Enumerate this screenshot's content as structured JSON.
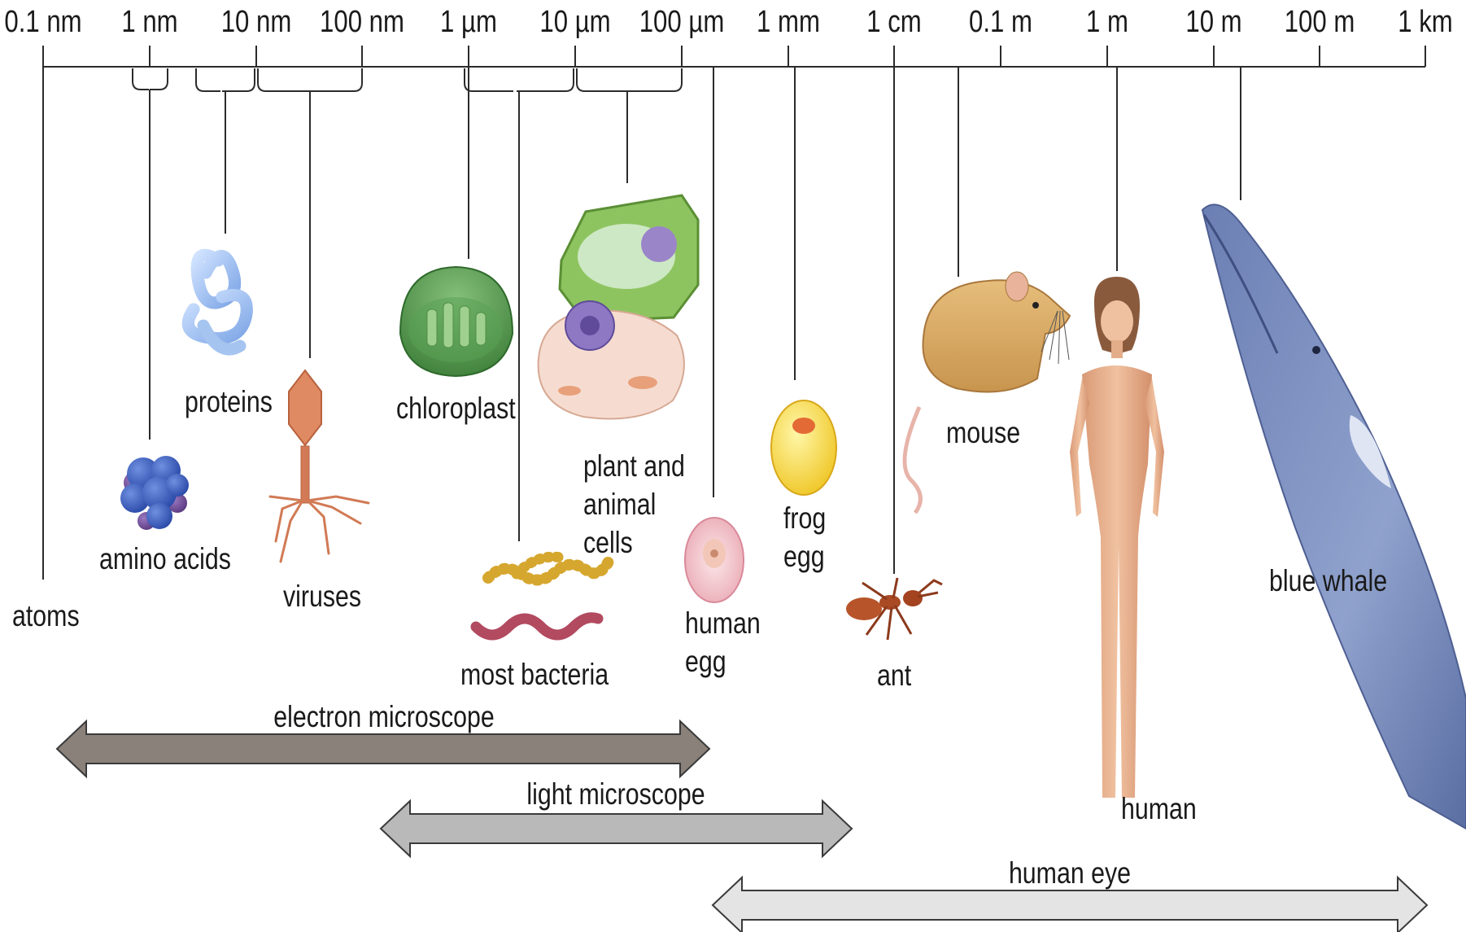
{
  "scale": {
    "ticks": [
      "0.1 nm",
      "1 nm",
      "10 nm",
      "100 nm",
      "1 µm",
      "10 µm",
      "100 µm",
      "1 mm",
      "1 cm",
      "0.1 m",
      "1 m",
      "10 m",
      "100 m",
      "1 km"
    ]
  },
  "items": {
    "atoms": "atoms",
    "amino_acids": "amino acids",
    "proteins": "proteins",
    "viruses": "viruses",
    "chloroplast": "chloroplast",
    "most_bacteria": "most bacteria",
    "cells_line1": "plant and",
    "cells_line2": "animal",
    "cells_line3": "cells",
    "human_egg_line1": "human",
    "human_egg_line2": "egg",
    "frog_egg_line1": "frog",
    "frog_egg_line2": "egg",
    "ant": "ant",
    "mouse": "mouse",
    "human": "human",
    "blue_whale": "blue whale"
  },
  "ranges": {
    "electron": "electron microscope",
    "light": "light microscope",
    "eye": "human eye"
  },
  "colors": {
    "electron_arrow": "#8a817a",
    "light_arrow": "#b9b9b9",
    "eye_arrow": "#e4e4e4",
    "line": "#2b2b2b"
  }
}
